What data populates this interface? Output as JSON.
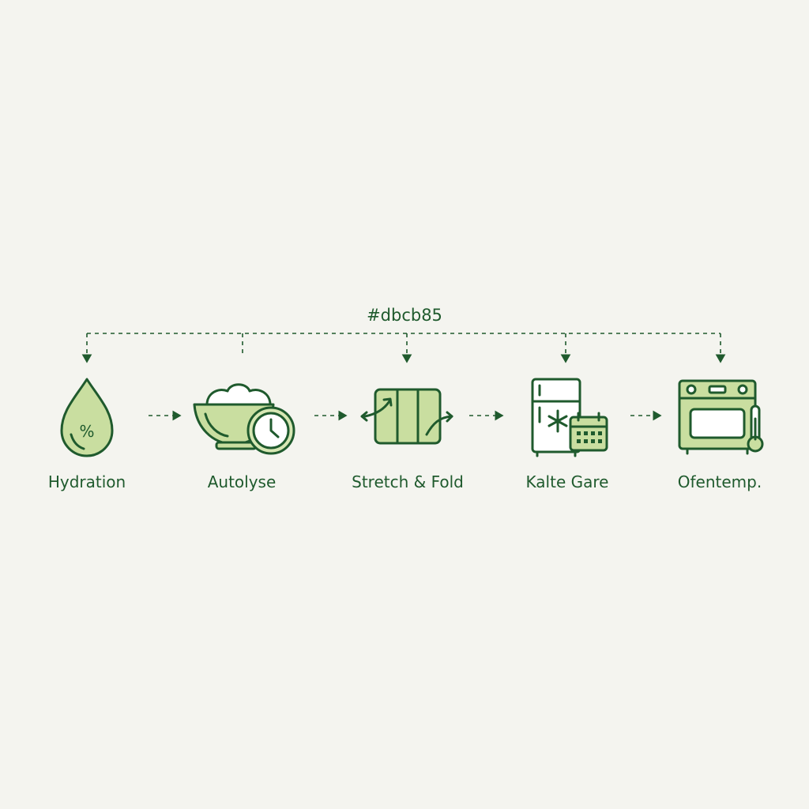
{
  "annotation": {
    "text": "#dbcb85"
  },
  "steps": [
    {
      "label": "Hydration",
      "icon": "water-drop-percent-icon"
    },
    {
      "label": "Autolyse",
      "icon": "bowl-clock-icon"
    },
    {
      "label": "Stretch & Fold",
      "icon": "stretch-fold-icon"
    },
    {
      "label": "Kalte Gare",
      "icon": "fridge-calendar-icon"
    },
    {
      "label": "Ofentemp.",
      "icon": "oven-thermometer-icon"
    }
  ],
  "colors": {
    "background": "#f4f4ef",
    "stroke": "#1f5a2d",
    "fill": "#c9dea0"
  }
}
